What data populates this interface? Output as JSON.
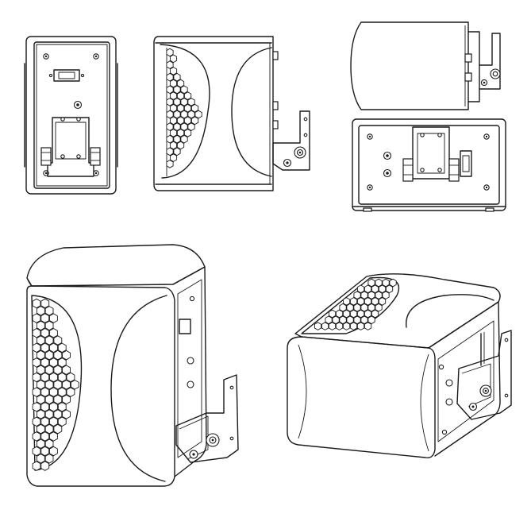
{
  "figure": {
    "views": [
      {
        "id": "rear",
        "label": ""
      },
      {
        "id": "side",
        "label": ""
      },
      {
        "id": "top",
        "label": ""
      },
      {
        "id": "bottom",
        "label": ""
      },
      {
        "id": "iso-front",
        "label": ""
      },
      {
        "id": "iso-tilted",
        "label": ""
      }
    ]
  },
  "colors": {
    "line": "#1a1a1a",
    "background": "#ffffff"
  }
}
